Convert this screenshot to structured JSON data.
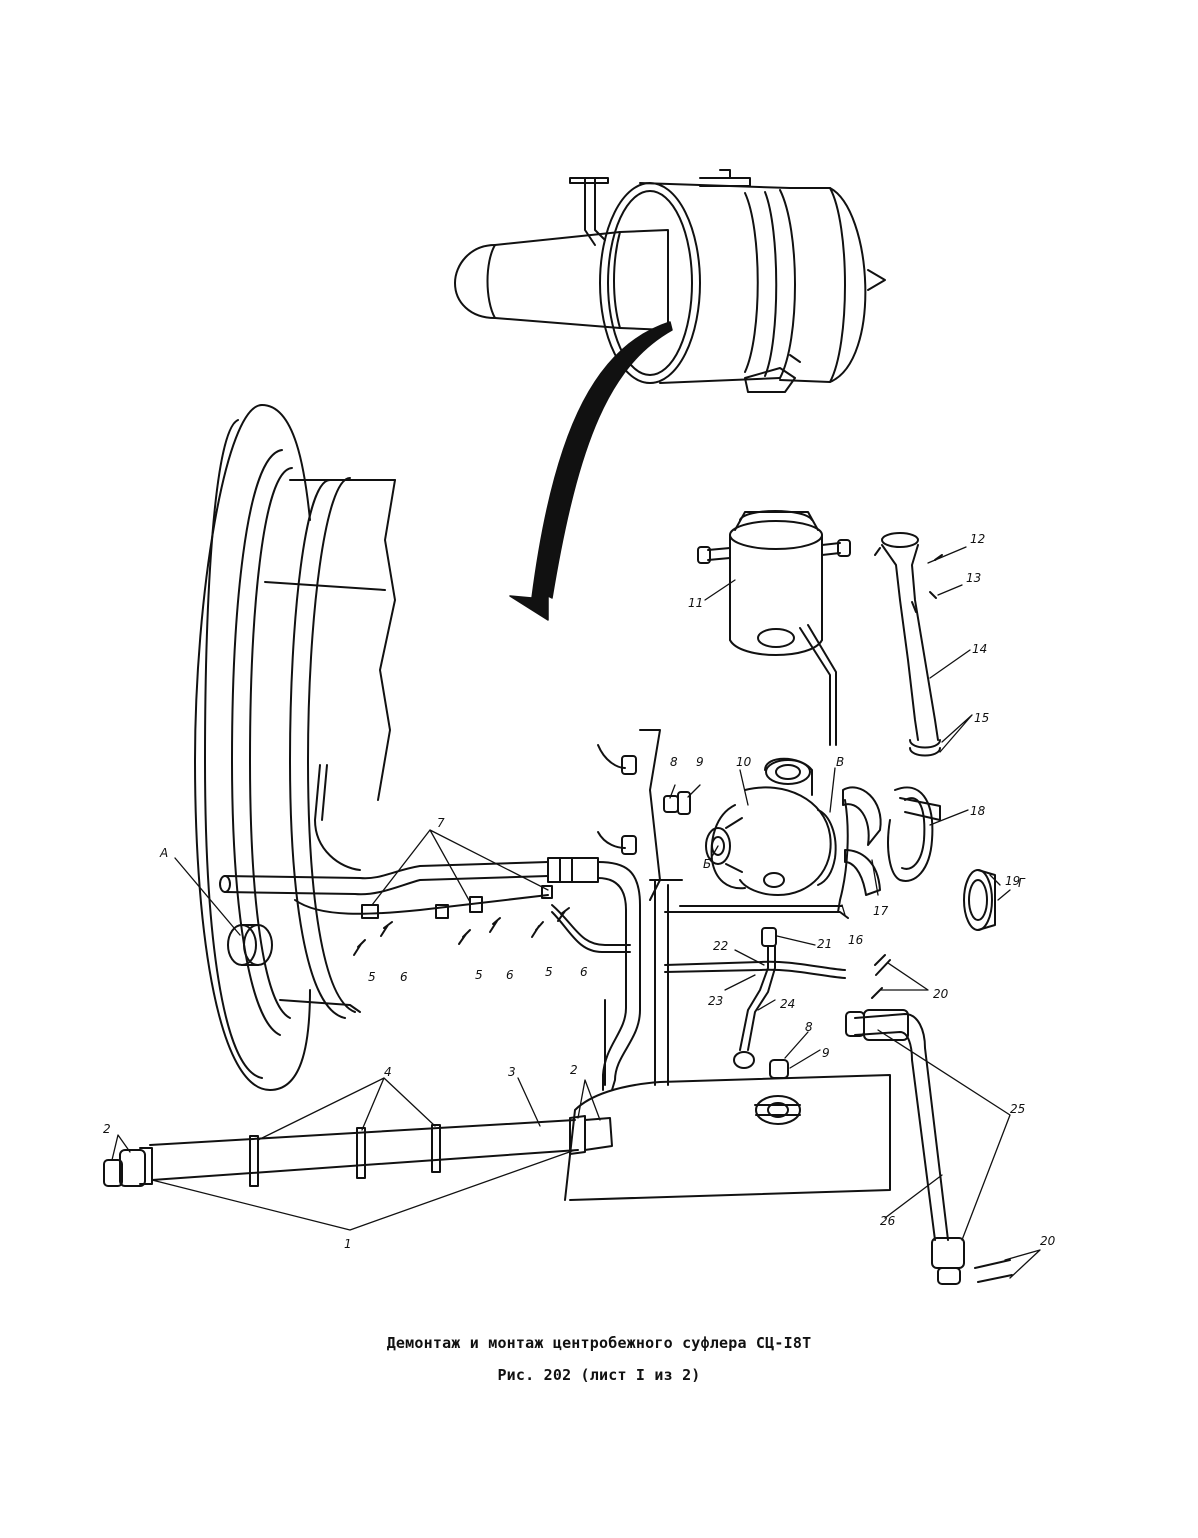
{
  "caption": {
    "title": "Демонтаж и монтаж центробежного суфлера СЦ-I8T",
    "figure": "Рис. 202 (лист I из 2)"
  },
  "callouts": {
    "A": "А",
    "B": "Б",
    "V": "В",
    "G": "Г",
    "n1": "1",
    "n2a": "2",
    "n2b": "2",
    "n3": "3",
    "n4": "4",
    "n5a": "5",
    "n5b": "5",
    "n5c": "5",
    "n6a": "6",
    "n6b": "6",
    "n6c": "6",
    "n7": "7",
    "n8a": "8",
    "n8b": "8",
    "n9a": "9",
    "n9b": "9",
    "n10": "10",
    "n11": "11",
    "n12": "12",
    "n13": "13",
    "n14": "14",
    "n15": "15",
    "n16": "16",
    "n17": "17",
    "n18": "18",
    "n19": "19",
    "n20a": "20",
    "n20b": "20",
    "n21": "21",
    "n22": "22",
    "n23": "23",
    "n24": "24",
    "n25": "25",
    "n26": "26"
  }
}
